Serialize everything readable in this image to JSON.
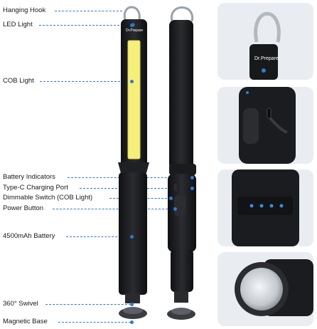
{
  "callouts": {
    "hanging_hook": "Hanging Hook",
    "led_light": "LED Light",
    "cob_light": "COB Light",
    "battery_indicators": "Battery Indicators",
    "type_c_port": "Type-C Charging Port",
    "dimmable_switch": "Dimmable Switch (COB Light)",
    "power_button": "Power Button",
    "battery": "4500mAh Battery",
    "swivel": "360° Swivel",
    "magnetic_base": "Magnetic Base"
  },
  "brand_text": "Dr.Prepare",
  "colors": {
    "accent": "#2b7bd6",
    "body": "#1b1c1e",
    "cob": "#f6f07a",
    "indicator": "#3a8ae8"
  }
}
